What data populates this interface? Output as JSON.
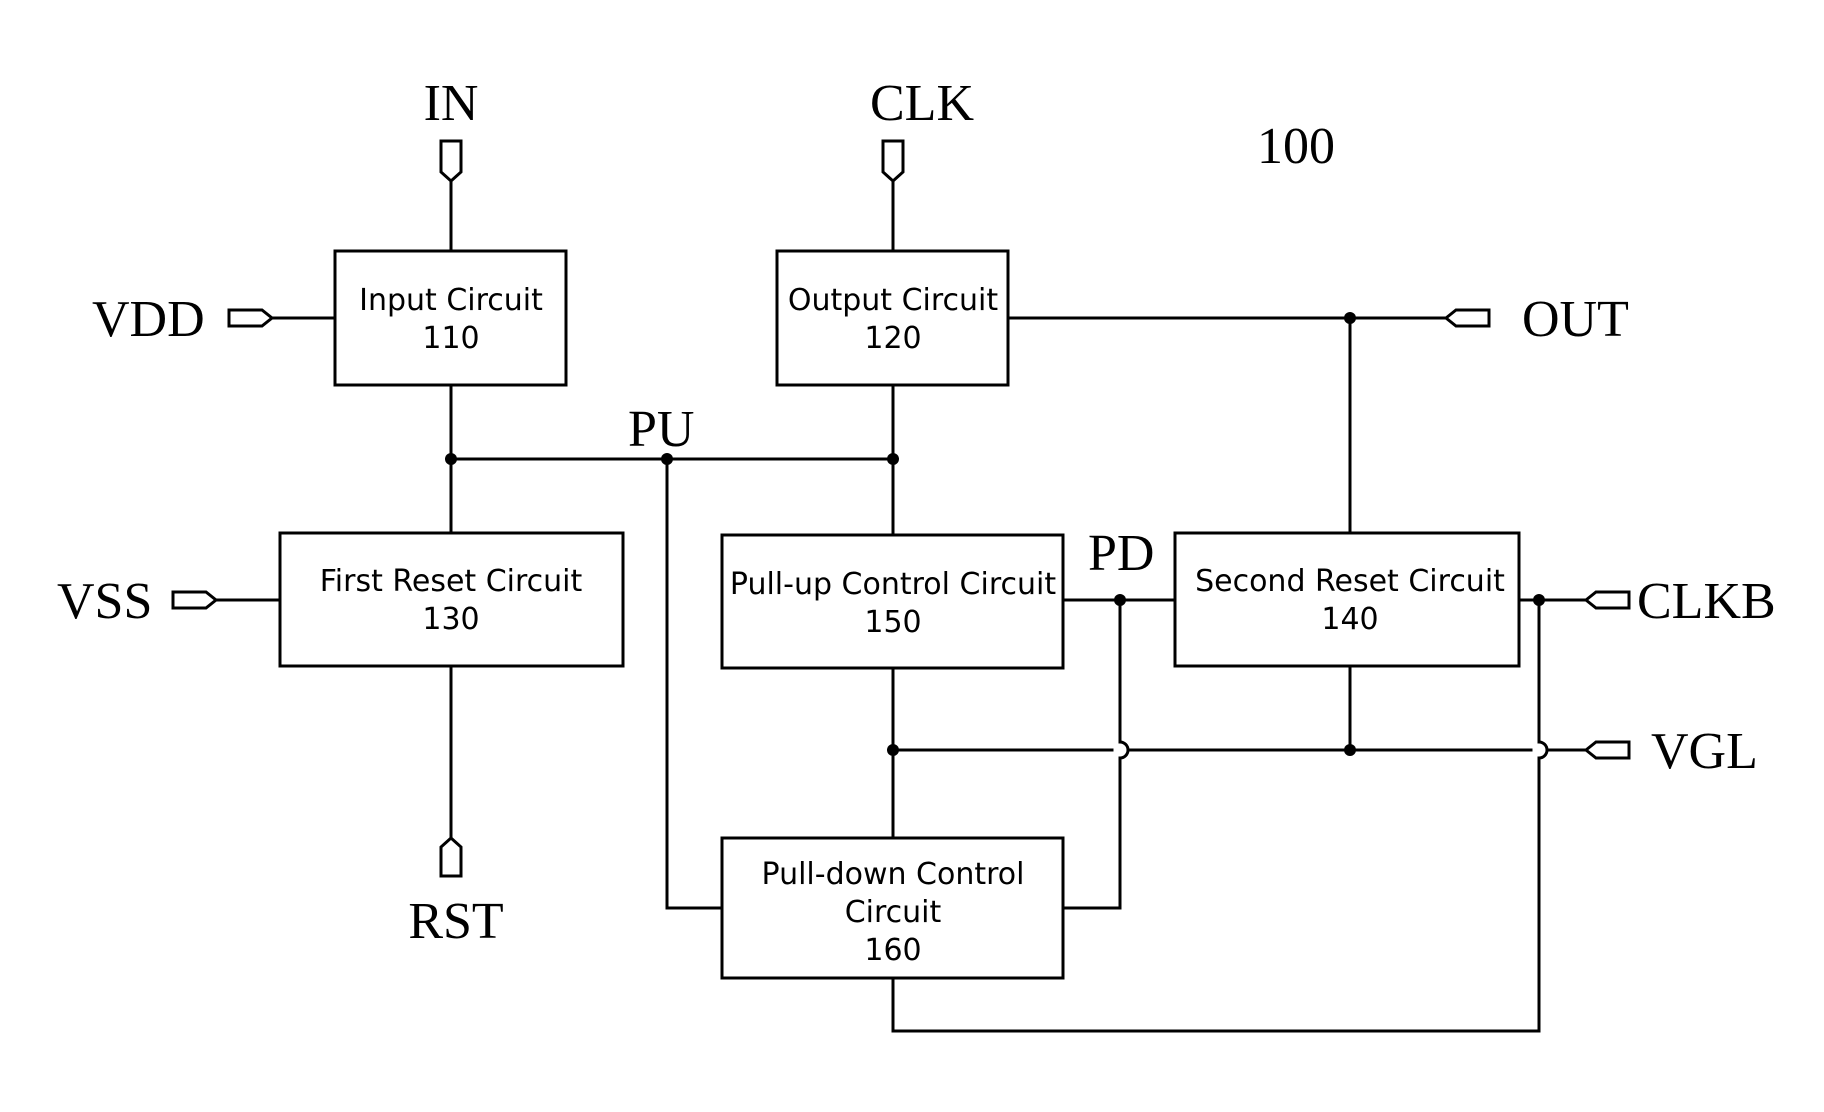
{
  "figure_number": "100",
  "blocks": [
    {
      "id": "input",
      "name": "Input Circuit",
      "number": "110"
    },
    {
      "id": "output",
      "name": "Output Circuit",
      "number": "120"
    },
    {
      "id": "first_reset",
      "name": "First Reset Circuit",
      "number": "130"
    },
    {
      "id": "second_reset",
      "name": "Second Reset Circuit",
      "number": "140"
    },
    {
      "id": "pullup",
      "name": "Pull-up Control Circuit",
      "number": "150"
    },
    {
      "id": "pulldown",
      "name_line1": "Pull-down Control",
      "name_line2": "Circuit",
      "number": "160"
    }
  ],
  "signals": {
    "in": "IN",
    "clk": "CLK",
    "vdd": "VDD",
    "out": "OUT",
    "pu": "PU",
    "pd": "PD",
    "vss": "VSS",
    "clkb": "CLKB",
    "vgl": "VGL",
    "rst": "RST"
  }
}
